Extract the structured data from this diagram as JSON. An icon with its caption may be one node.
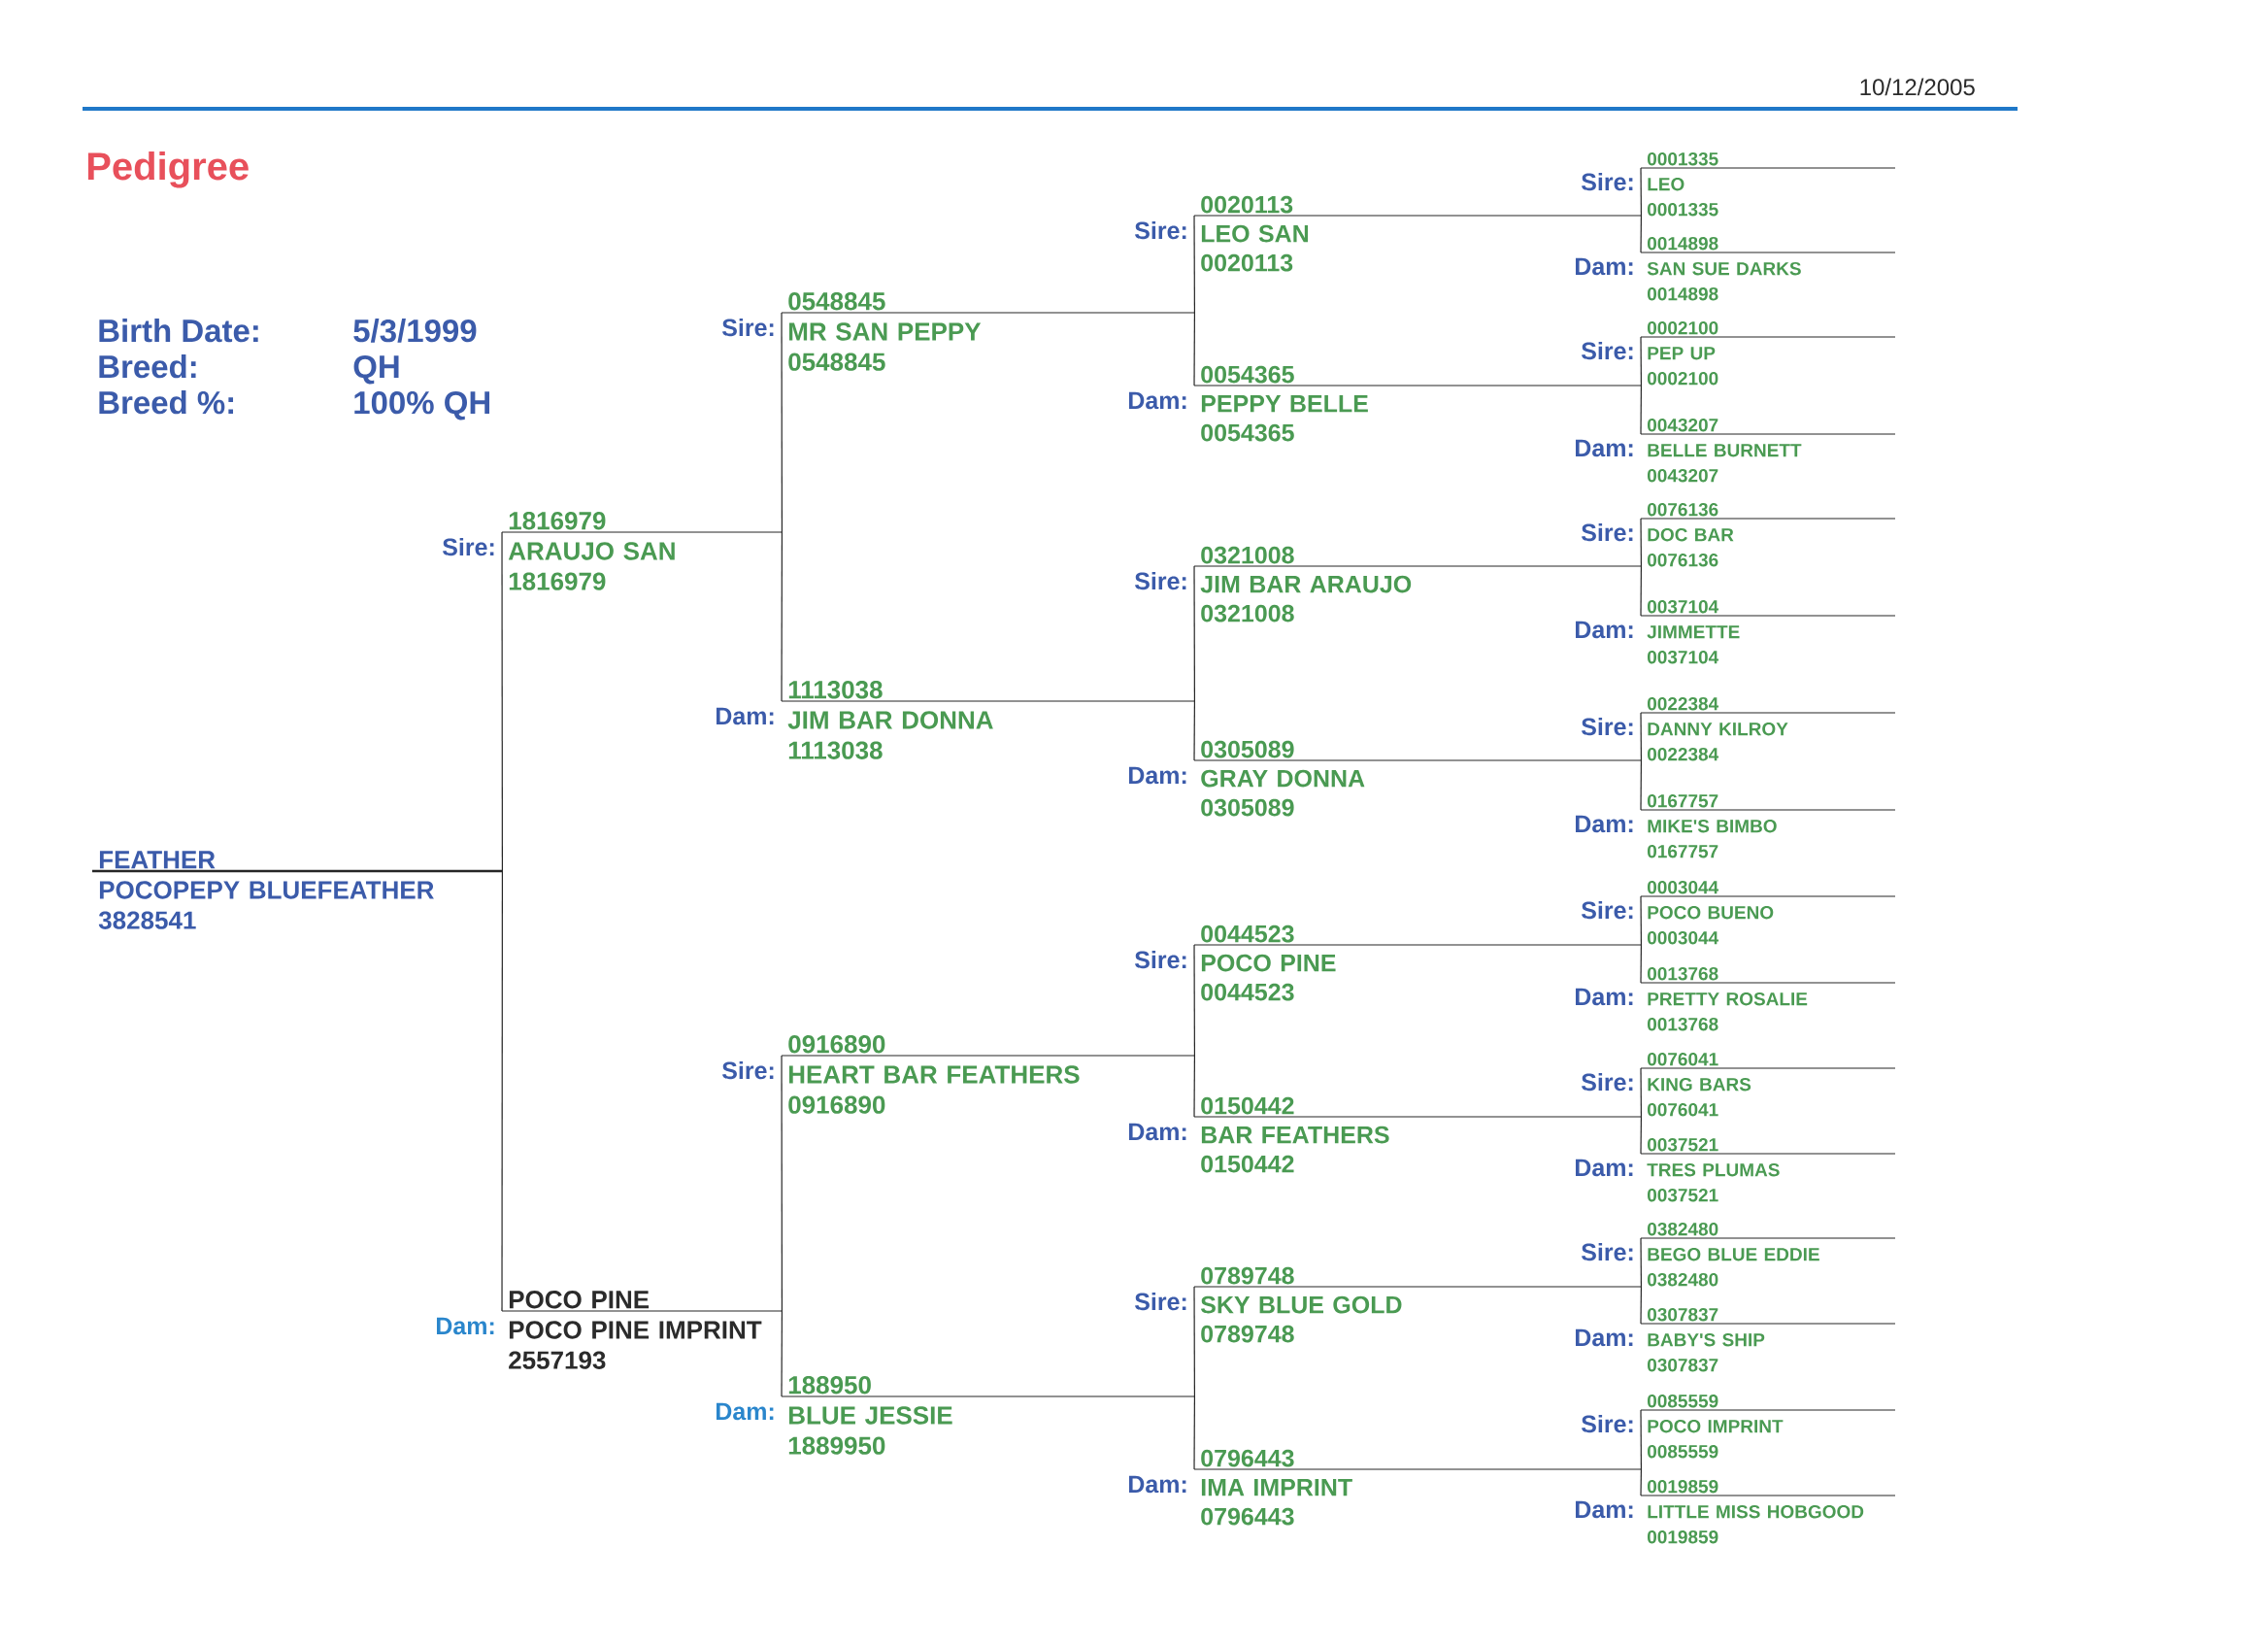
{
  "diagram": {
    "title": "Pedigree",
    "nodes": [
      {
        "text": [
          "FEATHER",
          "POCOPEPY BLUEFEATHER",
          "3828541"
        ]
      },
      {
        "text": [
          "1816979",
          "ARAUJO SAN",
          "1816979"
        ],
        "beside": [
          "Sire:"
        ]
      },
      {
        "text": [
          "POCO PINE",
          "POCO PINE IMPRINT",
          "2557193"
        ],
        "beside": [
          "Dam:"
        ]
      },
      {
        "text": [
          "0548845",
          "MR SAN PEPPY",
          "0548845"
        ],
        "beside": [
          "Sire:"
        ]
      },
      {
        "text": [
          "1113038",
          "JIM BAR DONNA",
          "1113038"
        ],
        "beside": [
          "Dam:"
        ]
      },
      {
        "text": [
          "0916890",
          "HEART BAR FEATHERS",
          "0916890"
        ],
        "beside": [
          "Sire:"
        ]
      },
      {
        "text": [
          "188950",
          "BLUE JESSIE",
          "1889950"
        ],
        "beside": [
          "Dam:"
        ]
      },
      {
        "text": [
          "0020113",
          "LEO SAN",
          "0020113"
        ],
        "beside": [
          "Sire:"
        ]
      },
      {
        "text": [
          "0054365",
          "PEPPY BELLE",
          "0054365"
        ],
        "beside": [
          "Dam:"
        ]
      },
      {
        "text": [
          "0321008",
          "JIM BAR ARAUJO",
          "0321008"
        ],
        "beside": [
          "Sire:"
        ]
      },
      {
        "text": [
          "0305089",
          "GRAY DONNA",
          "0305089"
        ],
        "beside": [
          "Dam:"
        ]
      },
      {
        "text": [
          "0044523",
          "POCO PINE",
          "0044523"
        ],
        "beside": [
          "Sire:"
        ]
      },
      {
        "text": [
          "0150442",
          "BAR FEATHERS",
          "0150442"
        ],
        "beside": [
          "Dam:"
        ]
      },
      {
        "text": [
          "0789748",
          "SKY BLUE GOLD",
          "0789748"
        ],
        "beside": [
          "Sire:"
        ]
      },
      {
        "text": [
          "0796443",
          "IMA IMPRINT",
          "0796443"
        ],
        "beside": [
          "Dam:"
        ]
      },
      {
        "text": [
          "0001335",
          "LEO",
          "0001335"
        ],
        "beside": [
          "Sire:"
        ]
      },
      {
        "text": [
          "0014898",
          "SAN SUE DARKS",
          "0014898"
        ],
        "beside": [
          "Dam:"
        ]
      },
      {
        "text": [
          "0002100",
          "PEP UP",
          "0002100"
        ],
        "beside": [
          "Sire:"
        ]
      },
      {
        "text": [
          "0043207",
          "BELLE BURNETT",
          "0043207"
        ],
        "beside": [
          "Dam:"
        ]
      },
      {
        "text": [
          "0076136",
          "DOC BAR",
          "0076136"
        ],
        "beside": [
          "Sire:"
        ]
      },
      {
        "text": [
          "0037104",
          "JIMMETTE",
          "0037104"
        ],
        "beside": [
          "Dam:"
        ]
      },
      {
        "text": [
          "0022384",
          "DANNY KILROY",
          "0022384"
        ],
        "beside": [
          "Sire:"
        ]
      },
      {
        "text": [
          "0167757",
          "MIKE'S BIMBO",
          "0167757"
        ],
        "beside": [
          "Dam:"
        ]
      },
      {
        "text": [
          "0003044",
          "POCO BUENO",
          "0003044"
        ],
        "beside": [
          "Sire:"
        ]
      },
      {
        "text": [
          "0013768",
          "PRETTY ROSALIE",
          "0013768"
        ],
        "beside": [
          "Dam:"
        ]
      },
      {
        "text": [
          "0076041",
          "KING BARS",
          "0076041"
        ],
        "beside": [
          "Sire:"
        ]
      },
      {
        "text": [
          "0037521",
          "TRES PLUMAS",
          "0037521"
        ],
        "beside": [
          "Dam:"
        ]
      },
      {
        "text": [
          "0382480",
          "BEGO BLUE EDDIE",
          "0382480"
        ],
        "beside": [
          "Sire:"
        ]
      },
      {
        "text": [
          "0307837",
          "BABY'S SHIP",
          "0307837"
        ],
        "beside": [
          "Dam:"
        ]
      },
      {
        "text": [
          "0085559",
          "POCO IMPRINT",
          "0085559"
        ],
        "beside": [
          "Sire:"
        ]
      },
      {
        "text": [
          "0019859",
          "LITTLE MISS HOBGOOD",
          "0019859"
        ],
        "beside": [
          "Dam:"
        ]
      }
    ],
    "edges": [
      {
        "from": 0,
        "to": 1,
        "arrow": "none"
      },
      {
        "from": 0,
        "to": 2,
        "arrow": "none"
      },
      {
        "from": 1,
        "to": 3,
        "arrow": "none"
      },
      {
        "from": 1,
        "to": 4,
        "arrow": "none"
      },
      {
        "from": 2,
        "to": 5,
        "arrow": "none"
      },
      {
        "from": 2,
        "to": 6,
        "arrow": "none"
      },
      {
        "from": 3,
        "to": 7,
        "arrow": "none"
      },
      {
        "from": 3,
        "to": 8,
        "arrow": "none"
      },
      {
        "from": 4,
        "to": 9,
        "arrow": "none"
      },
      {
        "from": 4,
        "to": 10,
        "arrow": "none"
      },
      {
        "from": 5,
        "to": 11,
        "arrow": "none"
      },
      {
        "from": 5,
        "to": 12,
        "arrow": "none"
      },
      {
        "from": 6,
        "to": 13,
        "arrow": "none"
      },
      {
        "from": 6,
        "to": 14,
        "arrow": "none"
      },
      {
        "from": 7,
        "to": 15,
        "arrow": "none"
      },
      {
        "from": 7,
        "to": 16,
        "arrow": "none"
      },
      {
        "from": 8,
        "to": 17,
        "arrow": "none"
      },
      {
        "from": 8,
        "to": 18,
        "arrow": "none"
      },
      {
        "from": 9,
        "to": 19,
        "arrow": "none"
      },
      {
        "from": 9,
        "to": 20,
        "arrow": "none"
      },
      {
        "from": 10,
        "to": 21,
        "arrow": "none"
      },
      {
        "from": 10,
        "to": 22,
        "arrow": "none"
      },
      {
        "from": 11,
        "to": 23,
        "arrow": "none"
      },
      {
        "from": 11,
        "to": 24,
        "arrow": "none"
      },
      {
        "from": 12,
        "to": 25,
        "arrow": "none"
      },
      {
        "from": 12,
        "to": 26,
        "arrow": "none"
      },
      {
        "from": 13,
        "to": 27,
        "arrow": "none"
      },
      {
        "from": 13,
        "to": 28,
        "arrow": "none"
      },
      {
        "from": 14,
        "to": 29,
        "arrow": "none"
      },
      {
        "from": 14,
        "to": 30,
        "arrow": "none"
      }
    ],
    "labels": [
      "10/12/2005",
      "Birth Date:",
      "5/3/1999",
      "Breed:",
      "QH",
      "Breed %:",
      "100% QH"
    ]
  }
}
